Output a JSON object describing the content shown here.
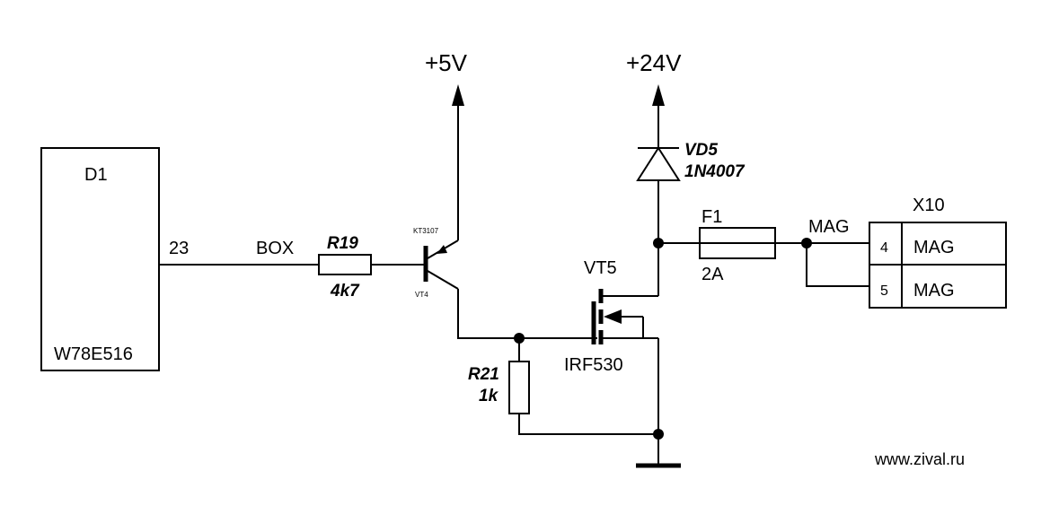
{
  "ic": {
    "ref": "D1",
    "part": "W78E516",
    "pin": "23"
  },
  "net_box": "BOX",
  "net_mag": "MAG",
  "r19": {
    "ref": "R19",
    "value": "4k7"
  },
  "vt4": {
    "ref": "VT4",
    "part": "KT3107"
  },
  "supply_5v": "+5V",
  "supply_24v": "+24V",
  "vd5": {
    "ref": "VD5",
    "part": "1N4007"
  },
  "f1": {
    "ref": "F1",
    "value": "2A"
  },
  "vt5": {
    "ref": "VT5",
    "part": "IRF530"
  },
  "r21": {
    "ref": "R21",
    "value": "1k"
  },
  "x10": {
    "ref": "X10",
    "pins": [
      {
        "num": "4",
        "label": "MAG"
      },
      {
        "num": "5",
        "label": "MAG"
      }
    ]
  },
  "website": "www.zival.ru"
}
